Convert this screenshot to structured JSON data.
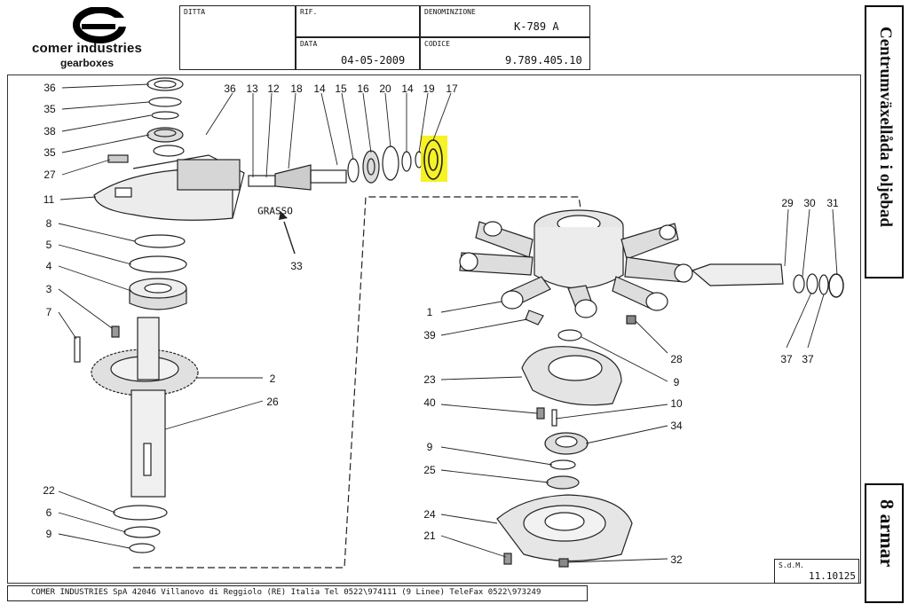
{
  "header": {
    "brand": {
      "line1": "comer industries",
      "line2": "gearboxes"
    },
    "ditta_label": "DITTA",
    "rif_label": "RIF.",
    "data_label": "DATA",
    "data_value": "04-05-2009",
    "denominazione_label": "DENOMINZIONE",
    "denominazione_value": "K-789 A",
    "codice_label": "CODICE",
    "codice_value": "9.789.405.10"
  },
  "side": {
    "title": "Centrumväxellåda i oljebad",
    "subtitle": "8 armar"
  },
  "drawing": {
    "annotation": "GRASSO",
    "sdm_label": "S.d.M.",
    "sdm_value": "11.10125",
    "highlight_color": "#f5f000",
    "left_callouts": [
      "36",
      "35",
      "38",
      "35",
      "27",
      "11",
      "8",
      "5",
      "4",
      "3",
      "7",
      "22",
      "6",
      "9"
    ],
    "top_callouts": [
      "36",
      "13",
      "12",
      "18",
      "14",
      "15",
      "16",
      "20",
      "14",
      "19",
      "17"
    ],
    "right_callouts": [
      "2",
      "26"
    ],
    "grasso_callout": "33",
    "assembly_left_callouts": [
      "1",
      "39",
      "23",
      "40",
      "9",
      "25",
      "24",
      "21"
    ],
    "assembly_right_callouts": [
      "28",
      "9",
      "10",
      "34",
      "32"
    ],
    "shaft_callouts": [
      "29",
      "30",
      "31",
      "37",
      "37"
    ]
  },
  "footer": {
    "text": "COMER INDUSTRIES SpA 42046 Villanovo di Reggiolo (RE) Italia Tel 0522\\974111 (9 Linee) TeleFax 0522\\973249"
  }
}
